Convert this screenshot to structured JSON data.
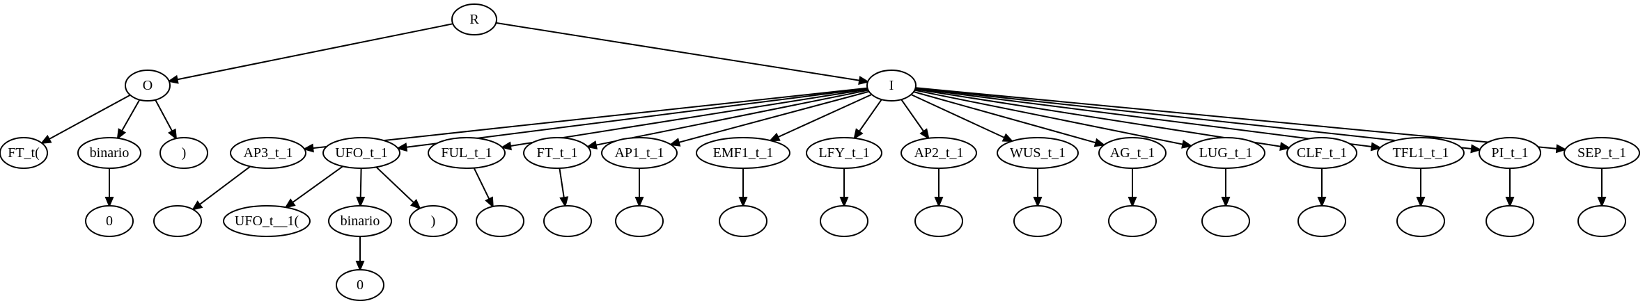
{
  "diagram": {
    "type": "tree",
    "nodes": [
      {
        "id": "R",
        "label": "R"
      },
      {
        "id": "O",
        "label": "O"
      },
      {
        "id": "I",
        "label": "I"
      },
      {
        "id": "FT_t_open",
        "label": "FT_t("
      },
      {
        "id": "binario_O",
        "label": "binario"
      },
      {
        "id": "close_O",
        "label": ")"
      },
      {
        "id": "zero_O",
        "label": "0"
      },
      {
        "id": "AP3_t_1",
        "label": "AP3_t_1"
      },
      {
        "id": "UFO_t_1",
        "label": "UFO_t_1"
      },
      {
        "id": "FUL_t_1",
        "label": "FUL_t_1"
      },
      {
        "id": "FT_t_1",
        "label": "FT_t_1"
      },
      {
        "id": "AP1_t_1",
        "label": "AP1_t_1"
      },
      {
        "id": "EMF1_t_1",
        "label": "EMF1_t_1"
      },
      {
        "id": "LFY_t_1",
        "label": "LFY_t_1"
      },
      {
        "id": "AP2_t_1",
        "label": "AP2_t_1"
      },
      {
        "id": "WUS_t_1",
        "label": "WUS_t_1"
      },
      {
        "id": "AG_t_1",
        "label": "AG_t_1"
      },
      {
        "id": "LUG_t_1",
        "label": "LUG_t_1"
      },
      {
        "id": "CLF_t_1",
        "label": "CLF_t_1"
      },
      {
        "id": "TFL1_t_1",
        "label": "TFL1_t_1"
      },
      {
        "id": "PI_t_1",
        "label": "PI_t_1"
      },
      {
        "id": "SEP_t_1",
        "label": "SEP_t_1"
      },
      {
        "id": "AP3_child",
        "label": ""
      },
      {
        "id": "UFO_t__1_open",
        "label": "UFO_t__1("
      },
      {
        "id": "binario_UFO",
        "label": "binario"
      },
      {
        "id": "close_UFO",
        "label": ")"
      },
      {
        "id": "zero_UFO",
        "label": "0"
      },
      {
        "id": "FUL_child",
        "label": ""
      },
      {
        "id": "FT_child",
        "label": ""
      },
      {
        "id": "AP1_child",
        "label": ""
      },
      {
        "id": "EMF1_child",
        "label": ""
      },
      {
        "id": "LFY_child",
        "label": ""
      },
      {
        "id": "AP2_child",
        "label": ""
      },
      {
        "id": "WUS_child",
        "label": ""
      },
      {
        "id": "AG_child",
        "label": ""
      },
      {
        "id": "LUG_child",
        "label": ""
      },
      {
        "id": "CLF_child",
        "label": ""
      },
      {
        "id": "TFL1_child",
        "label": ""
      },
      {
        "id": "PI_child",
        "label": ""
      },
      {
        "id": "SEP_child",
        "label": ""
      }
    ],
    "edges": [
      {
        "from": "R",
        "to": "O"
      },
      {
        "from": "R",
        "to": "I"
      },
      {
        "from": "O",
        "to": "FT_t_open"
      },
      {
        "from": "O",
        "to": "binario_O"
      },
      {
        "from": "O",
        "to": "close_O"
      },
      {
        "from": "binario_O",
        "to": "zero_O"
      },
      {
        "from": "I",
        "to": "AP3_t_1"
      },
      {
        "from": "I",
        "to": "UFO_t_1"
      },
      {
        "from": "I",
        "to": "FUL_t_1"
      },
      {
        "from": "I",
        "to": "FT_t_1"
      },
      {
        "from": "I",
        "to": "AP1_t_1"
      },
      {
        "from": "I",
        "to": "EMF1_t_1"
      },
      {
        "from": "I",
        "to": "LFY_t_1"
      },
      {
        "from": "I",
        "to": "AP2_t_1"
      },
      {
        "from": "I",
        "to": "WUS_t_1"
      },
      {
        "from": "I",
        "to": "AG_t_1"
      },
      {
        "from": "I",
        "to": "LUG_t_1"
      },
      {
        "from": "I",
        "to": "CLF_t_1"
      },
      {
        "from": "I",
        "to": "TFL1_t_1"
      },
      {
        "from": "I",
        "to": "PI_t_1"
      },
      {
        "from": "I",
        "to": "SEP_t_1"
      },
      {
        "from": "AP3_t_1",
        "to": "AP3_child"
      },
      {
        "from": "UFO_t_1",
        "to": "UFO_t__1_open"
      },
      {
        "from": "UFO_t_1",
        "to": "binario_UFO"
      },
      {
        "from": "UFO_t_1",
        "to": "close_UFO"
      },
      {
        "from": "binario_UFO",
        "to": "zero_UFO"
      },
      {
        "from": "FUL_t_1",
        "to": "FUL_child"
      },
      {
        "from": "FT_t_1",
        "to": "FT_child"
      },
      {
        "from": "AP1_t_1",
        "to": "AP1_child"
      },
      {
        "from": "EMF1_t_1",
        "to": "EMF1_child"
      },
      {
        "from": "LFY_t_1",
        "to": "LFY_child"
      },
      {
        "from": "AP2_t_1",
        "to": "AP2_child"
      },
      {
        "from": "WUS_t_1",
        "to": "WUS_child"
      },
      {
        "from": "AG_t_1",
        "to": "AG_child"
      },
      {
        "from": "LUG_t_1",
        "to": "LUG_child"
      },
      {
        "from": "CLF_t_1",
        "to": "CLF_child"
      },
      {
        "from": "TFL1_t_1",
        "to": "TFL1_child"
      },
      {
        "from": "PI_t_1",
        "to": "PI_child"
      },
      {
        "from": "SEP_t_1",
        "to": "SEP_child"
      }
    ]
  }
}
